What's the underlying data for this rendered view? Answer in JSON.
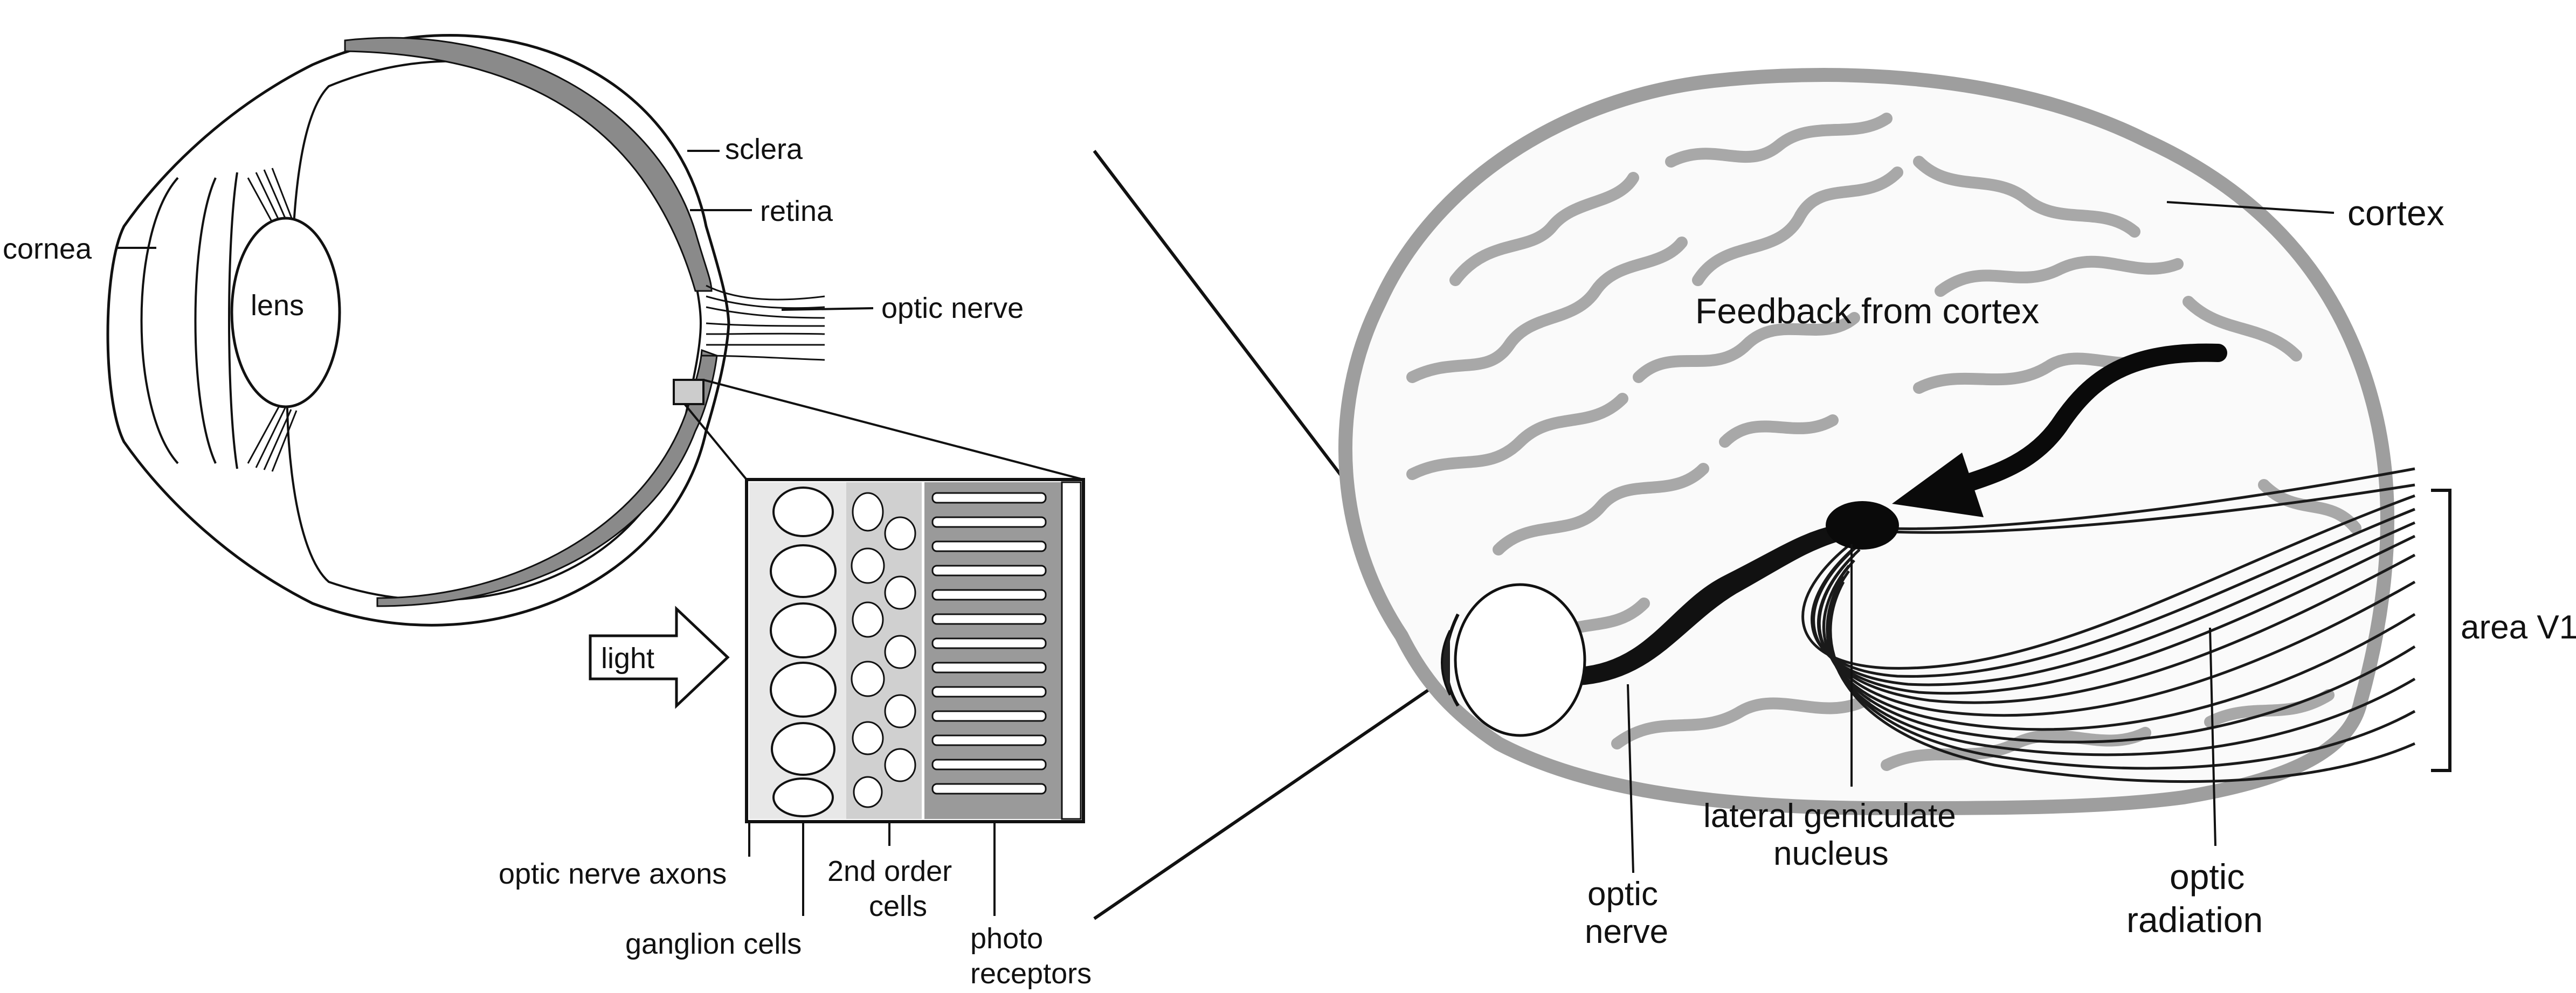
{
  "eye": {
    "labels": {
      "cornea": "cornea",
      "lens": "lens",
      "sclera": "sclera",
      "retina": "retina",
      "optic_nerve": "optic nerve",
      "light": "light",
      "optic_nerve_axons": "optic nerve axons",
      "ganglion_cells": "ganglion cells",
      "second_order_cells_1": "2nd order",
      "second_order_cells_2": "cells",
      "photoreceptors_1": "photo",
      "photoreceptors_2": "receptors"
    }
  },
  "brain": {
    "labels": {
      "cortex": "cortex",
      "feedback": "Feedback from cortex",
      "area_v1": "area V1",
      "lgn_1": "lateral geniculate",
      "lgn_2": "nucleus",
      "optic_nerve_1": "optic",
      "optic_nerve_2": "nerve",
      "optic_radiation_1": "optic",
      "optic_radiation_2": "radiation"
    }
  }
}
